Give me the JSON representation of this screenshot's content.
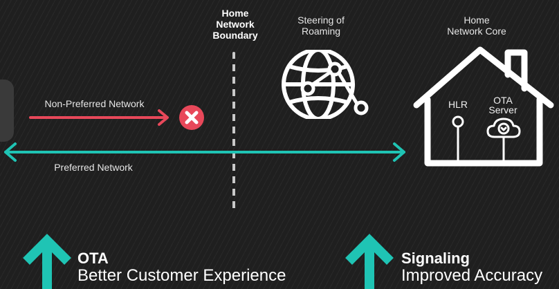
{
  "labels": {
    "boundary_line1": "Home",
    "boundary_line2": "Network",
    "boundary_line3": "Boundary",
    "steering_line1": "Steering of",
    "steering_line2": "Roaming",
    "core_line1": "Home",
    "core_line2": "Network Core",
    "non_preferred": "Non-Preferred Network",
    "preferred": "Preferred Network",
    "hlr": "HLR",
    "ota_line1": "OTA",
    "ota_line2": "Server"
  },
  "highlights": [
    {
      "title": "OTA",
      "subtitle": "Better Customer Experience"
    },
    {
      "title": "Signaling",
      "subtitle": "Improved Accuracy"
    }
  ],
  "colors": {
    "background": "#1f1f1f",
    "teal": "#1fc4b4",
    "red": "#e8485a",
    "white": "#ffffff"
  },
  "icons": [
    "globe-network-icon",
    "house-icon",
    "cloud-download-icon",
    "close-circle-icon",
    "arrow-up-icon"
  ]
}
